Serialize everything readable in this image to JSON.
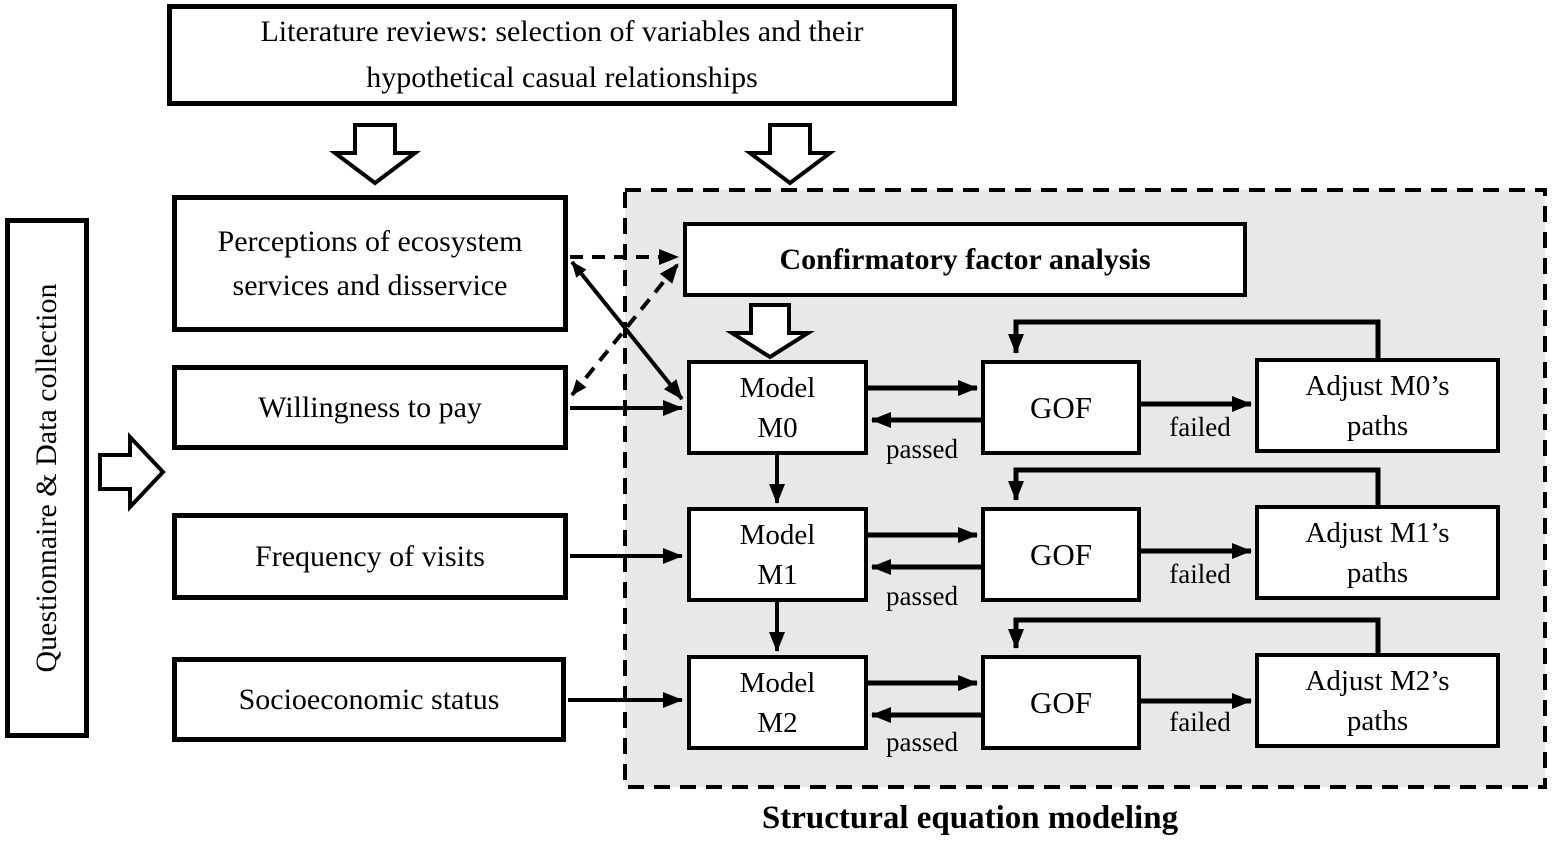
{
  "literature_box": "Literature reviews: selection of variables and their hypothetical casual relationships",
  "side_panel": "Questionnaire & Data collection",
  "inputs": {
    "perceptions": "Perceptions of ecosystem services and disservice",
    "willingness": "Willingness to pay",
    "frequency": "Frequency of visits",
    "socioeconomic": "Socioeconomic status"
  },
  "sem": {
    "title": "Structural equation modeling",
    "cfa": "Confirmatory factor analysis",
    "rows": [
      {
        "model_top": "Model",
        "model_bottom": "M0",
        "gof": "GOF",
        "adjust": "Adjust M0’s paths",
        "passed_label": "passed",
        "failed_label": "failed"
      },
      {
        "model_top": "Model",
        "model_bottom": "M1",
        "gof": "GOF",
        "adjust": "Adjust M1’s paths",
        "passed_label": "passed",
        "failed_label": "failed"
      },
      {
        "model_top": "Model",
        "model_bottom": "M2",
        "gof": "GOF",
        "adjust": "Adjust M2’s paths",
        "passed_label": "passed",
        "failed_label": "failed"
      }
    ]
  },
  "colors": {
    "sem_background": "#e8e8e8",
    "line": "#000000",
    "box_fill": "#ffffff"
  }
}
